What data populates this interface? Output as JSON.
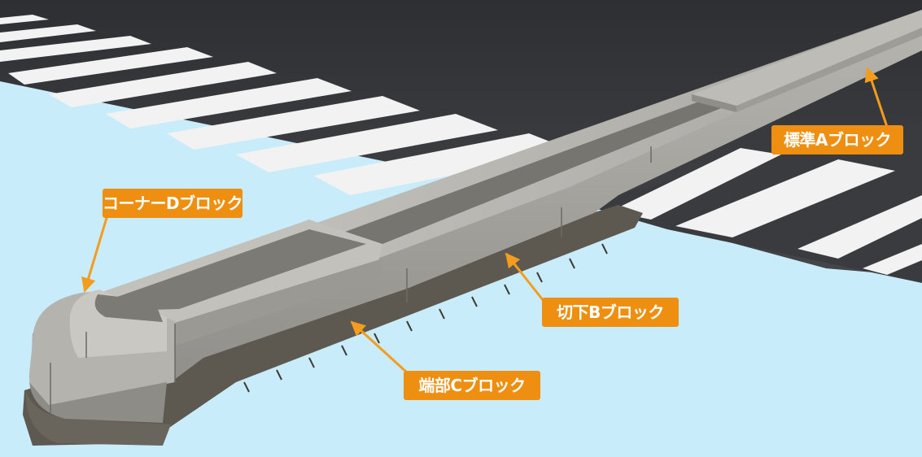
{
  "labels": {
    "block_a": "標準Aブロック",
    "block_b": "切下Bブロック",
    "block_c": "端部Cブロック",
    "block_d": "コーナーDブロック"
  },
  "colors": {
    "sky": "#c9ecfb",
    "asphalt": "#3a3b3f",
    "crosswalk": "#f2f2f2",
    "concrete": "#a9a9a4",
    "callout": "#ef8f12",
    "arrow": "#f39c1e"
  }
}
